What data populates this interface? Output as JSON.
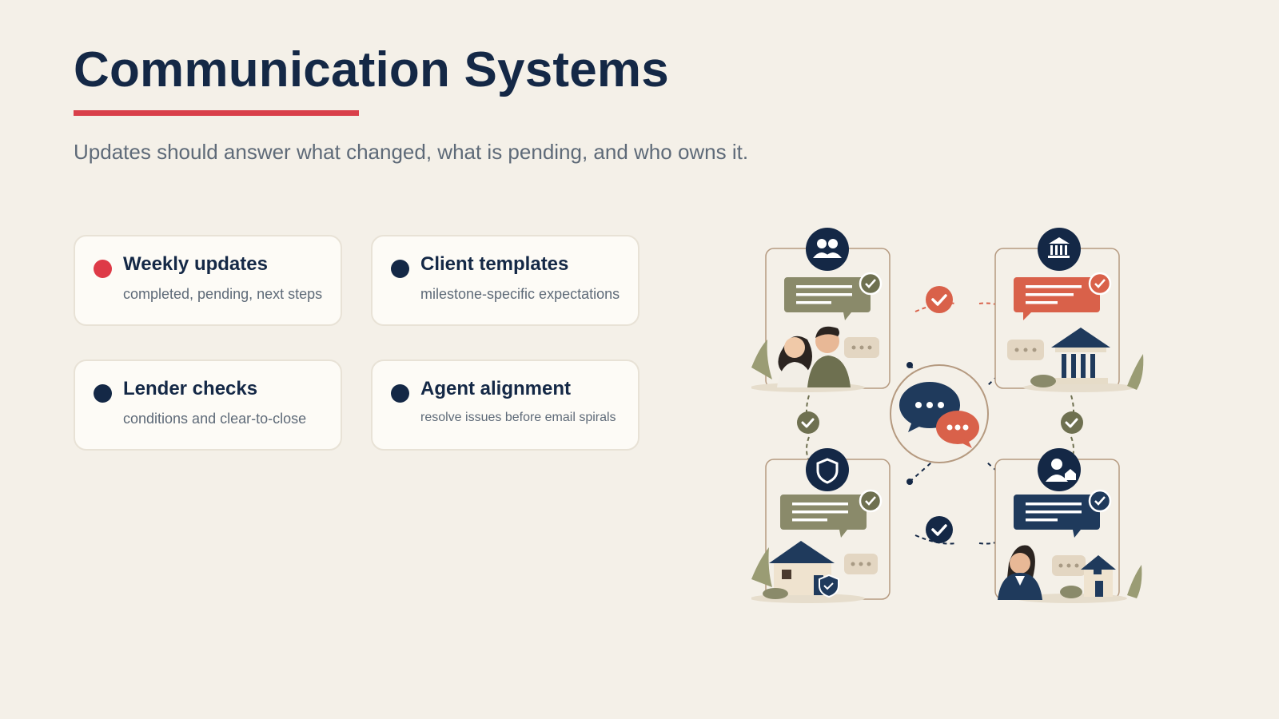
{
  "page": {
    "title": "Communication Systems",
    "subtitle": "Updates should answer what changed, what is pending, and who owns it."
  },
  "cards": [
    {
      "title": "Weekly updates",
      "description": "completed, pending, next steps",
      "dot_color": "#de3a47"
    },
    {
      "title": "Client templates",
      "description": "milestone-specific expectations",
      "dot_color": "#142846"
    },
    {
      "title": "Lender checks",
      "description": "conditions and clear-to-close",
      "dot_color": "#142846"
    },
    {
      "title": "Agent alignment",
      "description": "resolve issues before email spirals",
      "dot_color": "#142846"
    }
  ],
  "colors": {
    "navy": "#142846",
    "accent_red": "#d9404a",
    "olive": "#8a8a6a",
    "coral": "#d9614a",
    "background": "#f4f0e8"
  },
  "illustration": {
    "hub_icon": "chat-bubbles-icon",
    "nodes": [
      {
        "role": "clients",
        "icon": "people-icon",
        "bubble_color": "olive"
      },
      {
        "role": "lender",
        "icon": "bank-icon",
        "bubble_color": "coral"
      },
      {
        "role": "title-insurance",
        "icon": "shield-icon",
        "bubble_color": "olive"
      },
      {
        "role": "agent",
        "icon": "agent-home-icon",
        "bubble_color": "navy"
      }
    ]
  }
}
